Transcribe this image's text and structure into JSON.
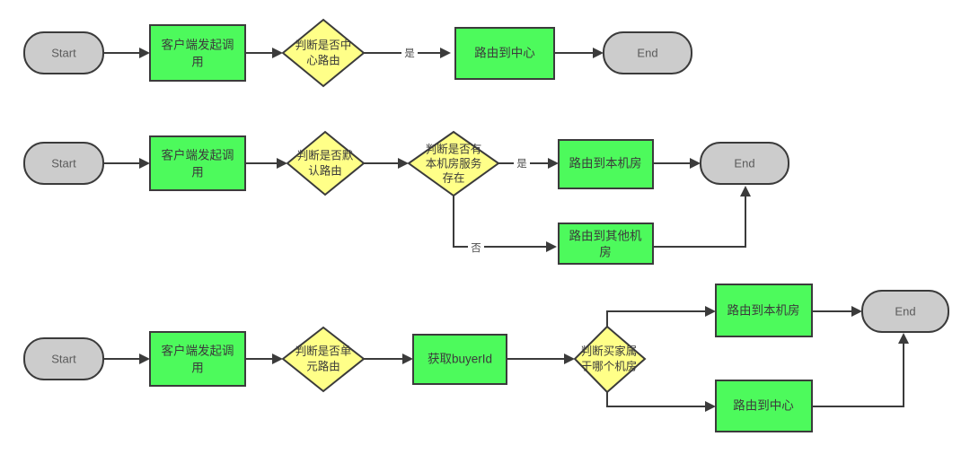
{
  "diagram": {
    "type": "flowchart",
    "background_color": "#ffffff",
    "palette": {
      "terminator_fill": "#cccccc",
      "process_fill": "#4dfa5c",
      "decision_fill": "#ffff88",
      "stroke": "#3b3b3b",
      "text": "#3b3b3b"
    },
    "rows": [
      {
        "id": "row-center-routing",
        "nodes": [
          {
            "id": "r1-start",
            "type": "terminator",
            "label": "Start"
          },
          {
            "id": "r1-client-call",
            "type": "process",
            "label": "客户端发起调用"
          },
          {
            "id": "r1-is-center",
            "type": "decision",
            "label": "判断是否中心路由"
          },
          {
            "id": "r1-route-center",
            "type": "process",
            "label": "路由到中心"
          },
          {
            "id": "r1-end",
            "type": "terminator",
            "label": "End"
          }
        ],
        "edge_labels": [
          "是"
        ]
      },
      {
        "id": "row-default-routing",
        "nodes": [
          {
            "id": "r2-start",
            "type": "terminator",
            "label": "Start"
          },
          {
            "id": "r2-client-call",
            "type": "process",
            "label": "客户端发起调用"
          },
          {
            "id": "r2-is-default",
            "type": "decision",
            "label": "判断是否默认路由"
          },
          {
            "id": "r2-has-local",
            "type": "decision",
            "label": "判断是否有本机房服务存在"
          },
          {
            "id": "r2-route-local",
            "type": "process",
            "label": "路由到本机房"
          },
          {
            "id": "r2-route-other",
            "type": "process",
            "label": "路由到其他机房"
          },
          {
            "id": "r2-end",
            "type": "terminator",
            "label": "End"
          }
        ],
        "edge_labels": [
          "是",
          "否"
        ]
      },
      {
        "id": "row-unit-routing",
        "nodes": [
          {
            "id": "r3-start",
            "type": "terminator",
            "label": "Start"
          },
          {
            "id": "r3-client-call",
            "type": "process",
            "label": "客户端发起调用"
          },
          {
            "id": "r3-is-unit",
            "type": "decision",
            "label": "判断是否单元路由"
          },
          {
            "id": "r3-get-buyer",
            "type": "process",
            "label": "获取buyerId"
          },
          {
            "id": "r3-which-idc",
            "type": "decision",
            "label": "判断买家属于哪个机房"
          },
          {
            "id": "r3-route-local",
            "type": "process",
            "label": "路由到本机房"
          },
          {
            "id": "r3-route-center",
            "type": "process",
            "label": "路由到中心"
          },
          {
            "id": "r3-end",
            "type": "terminator",
            "label": "End"
          }
        ],
        "edge_labels": []
      }
    ],
    "labels": {
      "start": "Start",
      "end": "End",
      "client_call": "客户端发起调用",
      "client_call_line1": "客户端发起调",
      "client_call_line2": "用",
      "is_center_route_line1": "判断是否中",
      "is_center_route_line2": "心路由",
      "route_to_center": "路由到中心",
      "yes": "是",
      "no": "否",
      "is_default_route_line1": "判断是否默",
      "is_default_route_line2": "认路由",
      "has_local_idc_line1": "判断是否有",
      "has_local_idc_line2": "本机房服务",
      "has_local_idc_line3": "存在",
      "route_to_local_idc": "路由到本机房",
      "route_to_other_idc_line1": "路由到其他机",
      "route_to_other_idc_line2": "房",
      "is_unit_route_line1": "判断是否单",
      "is_unit_route_line2": "元路由",
      "get_buyer_id": "获取buyerId",
      "which_idc_line1": "判断买家属",
      "which_idc_line2": "于哪个机房"
    }
  }
}
